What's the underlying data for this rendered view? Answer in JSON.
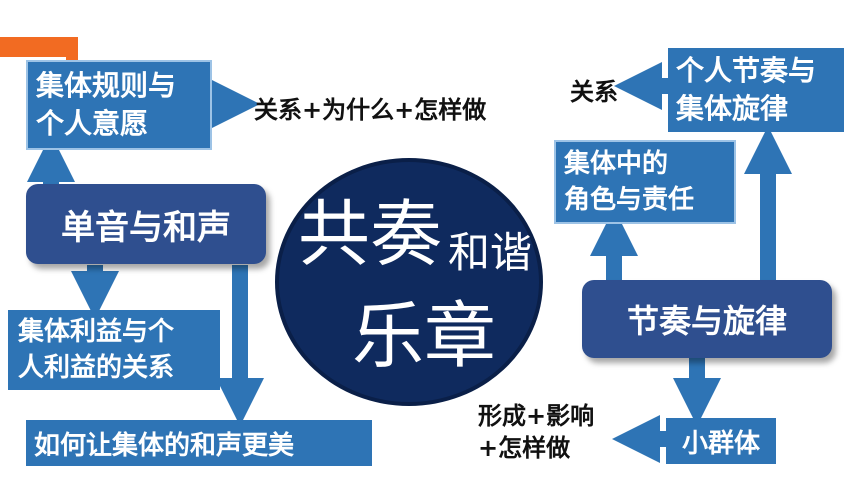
{
  "center": {
    "line1_big": "共奏",
    "line1_small": "和谐",
    "line2": "乐章"
  },
  "left": {
    "top_box": {
      "line1": "集体规则与",
      "line2": "个人意愿"
    },
    "top_note": "关系+为什么+怎样做",
    "main_pill": "单音与和声",
    "mid_box": {
      "line1": "集体利益与个",
      "line2": "人利益的关系"
    },
    "bottom_box": "如何让集体的和声更美"
  },
  "right": {
    "top_box": {
      "line1": "个人节奏与",
      "line2": "集体旋律"
    },
    "top_note": "关系",
    "mid_box": {
      "line1": "集体中的",
      "line2": "角色与责任"
    },
    "main_pill": "节奏与旋律",
    "bottom_box": "小群体",
    "bottom_note": {
      "line1": "形成+影响",
      "line2": "+怎样做"
    }
  },
  "colors": {
    "box_blue": "#2e74b5",
    "pill_navy": "#2f4f8f",
    "circle_navy": "#0f2a5e",
    "accent_orange": "#f26b22"
  }
}
